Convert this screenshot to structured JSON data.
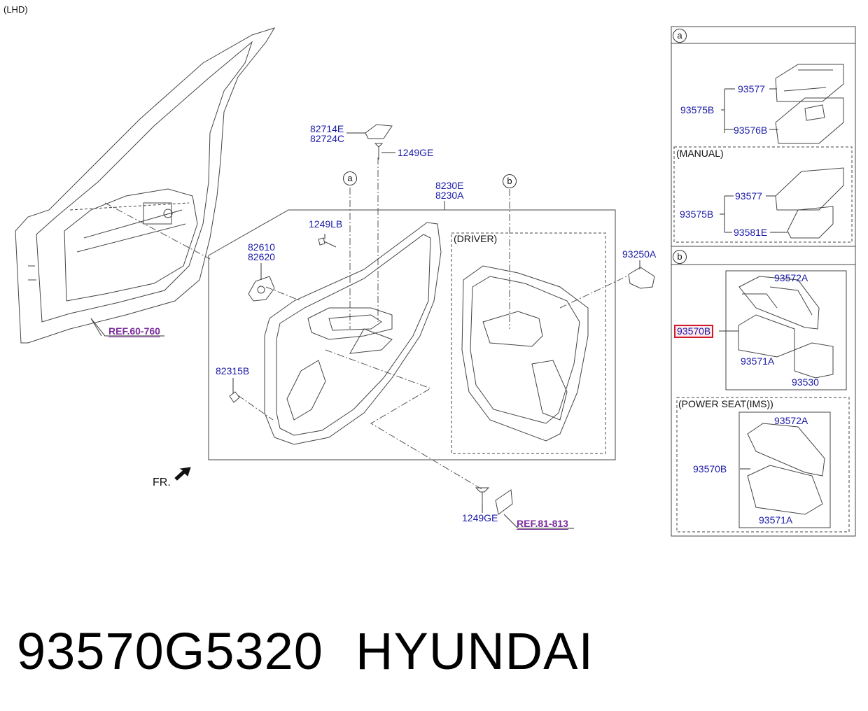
{
  "header": {
    "variant": "(LHD)"
  },
  "labels": {
    "p82714E": "82714E",
    "p82724C": "82724C",
    "p1249GE_top": "1249GE",
    "p8230E": "8230E",
    "p8230A": "8230A",
    "p1249LB": "1249LB",
    "p82610": "82610",
    "p82620": "82620",
    "p93250A": "93250A",
    "p82315B": "82315B",
    "p1249GE_bottom": "1249GE",
    "driver": "(DRIVER)",
    "fr": "FR.",
    "ref_60_760": "REF.60-760",
    "ref_81_813": "REF.81-813",
    "callout_a": "a",
    "callout_b": "b"
  },
  "panel_a": {
    "circle": "a",
    "top": {
      "p93575B": "93575B",
      "p93577": "93577",
      "p93576B": "93576B"
    },
    "manual": {
      "title": "(MANUAL)",
      "p93575B": "93575B",
      "p93577": "93577",
      "p93581E": "93581E"
    }
  },
  "panel_b": {
    "circle": "b",
    "top": {
      "p93572A": "93572A",
      "p93570B": "93570B",
      "p93571A": "93571A",
      "p93530": "93530"
    },
    "ims": {
      "title": "(POWER SEAT(IMS))",
      "p93572A": "93572A",
      "p93570B": "93570B",
      "p93571A": "93571A"
    }
  },
  "colors": {
    "label": "#1a1aa8",
    "ref": "#7b2c9e",
    "highlight": "#d11a2a",
    "line": "#444444"
  },
  "footer": {
    "part_number": "93570G5320",
    "brand": "HYUNDAI"
  }
}
